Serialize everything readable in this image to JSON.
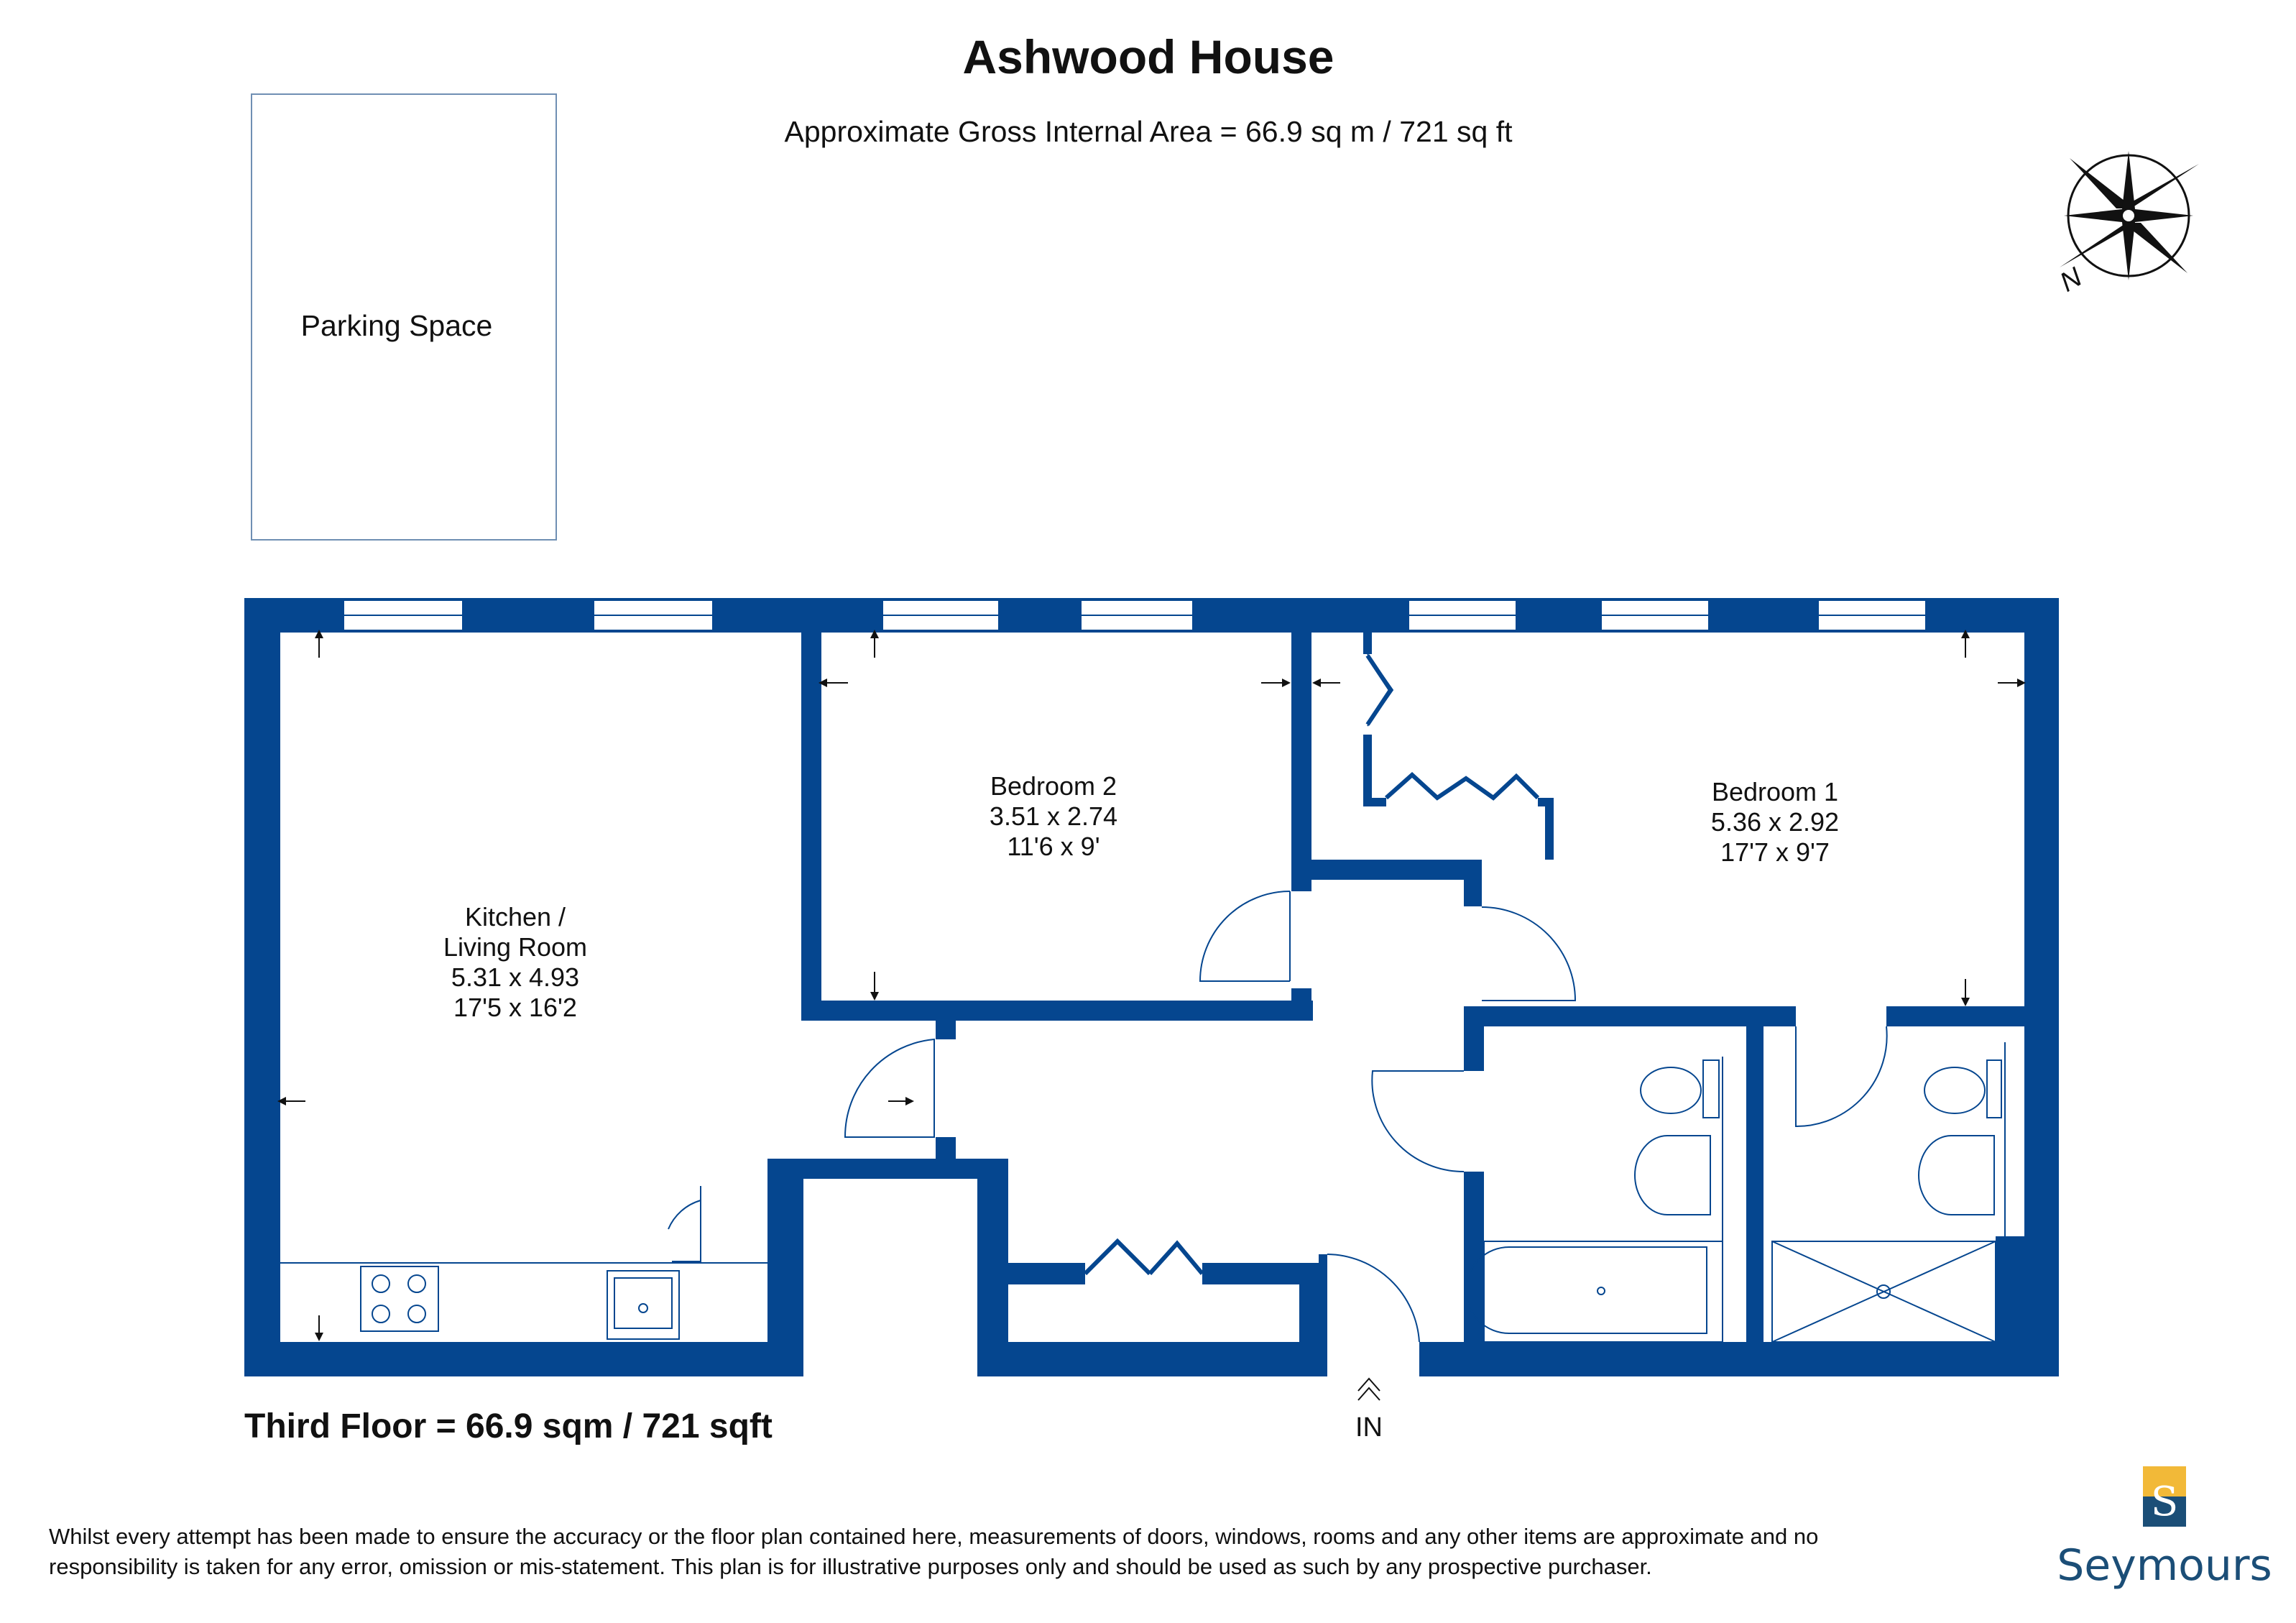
{
  "header": {
    "title": "Ashwood House",
    "area_line": "Approximate Gross Internal Area = 66.9 sq m / 721 sq ft"
  },
  "parking": {
    "label": "Parking Space"
  },
  "compass": {
    "north_label": "N"
  },
  "rooms": {
    "kitchen": {
      "name1": "Kitchen /",
      "name2": "Living Room",
      "metric": "5.31 x 4.93",
      "imperial": "17'5 x 16'2"
    },
    "bedroom2": {
      "name": "Bedroom 2",
      "metric": "3.51 x 2.74",
      "imperial": "11'6 x 9'"
    },
    "bedroom1": {
      "name": "Bedroom 1",
      "metric": "5.36 x 2.92",
      "imperial": "17'7 x 9'7"
    }
  },
  "entrance": {
    "label": "IN"
  },
  "floor": {
    "summary": "Third Floor = 66.9 sqm / 721 sqft"
  },
  "disclaimer": {
    "line1": "Whilst every attempt has been made to ensure the accuracy or the floor plan contained here, measurements of doors, windows, rooms and any other items are approximate and no",
    "line2": "responsibility is taken for any error, omission or mis-statement. This plan is for illustrative purposes only and should be used as such by any prospective purchaser."
  },
  "brand": {
    "letter": "S",
    "name": "Seymours"
  },
  "colors": {
    "wall": "#05468f",
    "brand_gold": "#f2b938",
    "brand_navy": "#1b4e77"
  }
}
